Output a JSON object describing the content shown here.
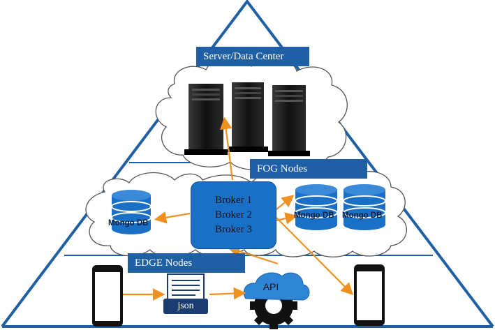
{
  "labels": {
    "server": "Server/Data Center",
    "fog": "FOG Nodes",
    "edge": "EDGE Nodes"
  },
  "broker": {
    "lines": [
      "Broker 1",
      "Broker 2",
      "Broker 3"
    ]
  },
  "databases": {
    "left": "Mongo DB",
    "right1": "Mongo DB",
    "right2": "Mongo DB"
  },
  "edge_items": {
    "json": "json",
    "api": "API"
  },
  "colors": {
    "triangle_line": "#1f5fa6",
    "label_bg": "#1f5fa6",
    "broker_bg": "#1a70c6",
    "db_blue": "#1a6fc7",
    "arrow": "#f0901e",
    "cloud_outline": "#555555",
    "server_dark": "#1c1c1c"
  },
  "icons": [
    "server-rack-icon",
    "database-icon",
    "smartphone-icon",
    "document-icon",
    "cloud-icon",
    "gear-icon"
  ]
}
